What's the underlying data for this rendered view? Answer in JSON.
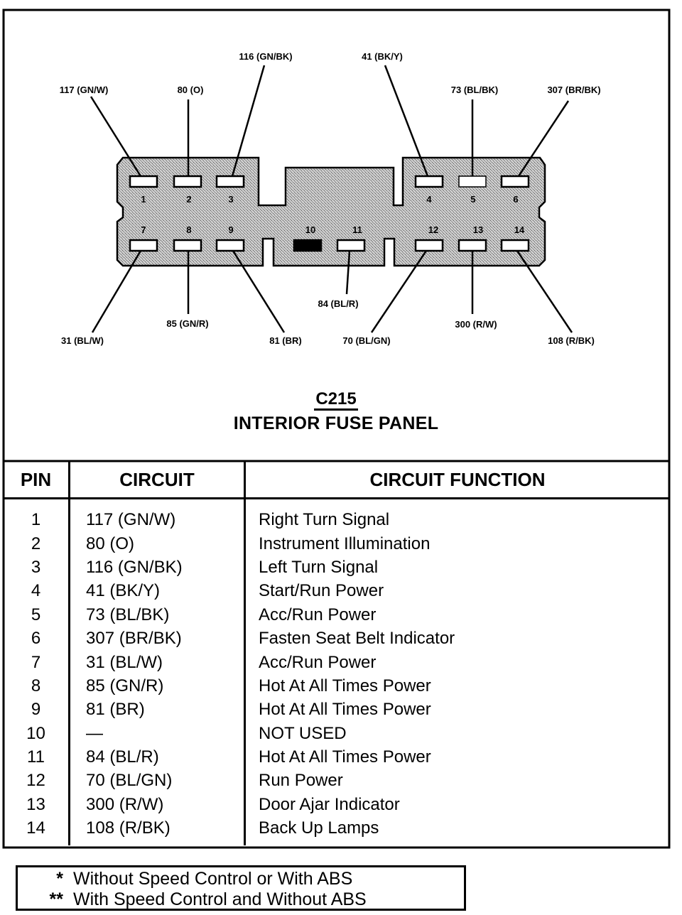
{
  "connector": {
    "id": "C215",
    "name": "INTERIOR FUSE PANEL",
    "top_labels": [
      "117 (GN/W)",
      "80 (O)",
      "116 (GN/BK)",
      "41 (BK/Y)",
      "73 (BL/BK)",
      "307 (BR/BK)"
    ],
    "bottom_labels": [
      "31 (BL/W)",
      "85 (GN/R)",
      "81 (BR)",
      "84 (BL/R)",
      "70 (BL/GN)",
      "300 (R/W)",
      "108 (R/BK)"
    ],
    "cavity_numbers": [
      "1",
      "2",
      "3",
      "4",
      "5",
      "6",
      "7",
      "8",
      "9",
      "10",
      "11",
      "12",
      "13",
      "14"
    ]
  },
  "table": {
    "headers": {
      "pin": "PIN",
      "circuit": "CIRCUIT",
      "function": "CIRCUIT FUNCTION"
    },
    "rows": [
      {
        "pin": "1",
        "circuit": "117 (GN/W)",
        "function": "Right Turn Signal"
      },
      {
        "pin": "2",
        "circuit": "80 (O)",
        "function": "Instrument Illumination"
      },
      {
        "pin": "3",
        "circuit": "116 (GN/BK)",
        "function": "Left Turn Signal"
      },
      {
        "pin": "4",
        "circuit": "41 (BK/Y)",
        "function": "Start/Run Power"
      },
      {
        "pin": "5",
        "circuit": "73 (BL/BK)",
        "function": "Acc/Run Power"
      },
      {
        "pin": "6",
        "circuit": "307 (BR/BK)",
        "function": "Fasten Seat Belt Indicator"
      },
      {
        "pin": "7",
        "circuit": "31 (BL/W)",
        "function": "Acc/Run Power"
      },
      {
        "pin": "8",
        "circuit": "85 (GN/R)",
        "function": "Hot At All Times Power"
      },
      {
        "pin": "9",
        "circuit": "81 (BR)",
        "function": "Hot At All Times Power"
      },
      {
        "pin": "10",
        "circuit": "—",
        "function": "NOT USED"
      },
      {
        "pin": "11",
        "circuit": "84 (BL/R)",
        "function": "Hot At All Times Power"
      },
      {
        "pin": "12",
        "circuit": "70 (BL/GN)",
        "function": "Run Power"
      },
      {
        "pin": "13",
        "circuit": "300 (R/W)",
        "function": "Door Ajar Indicator"
      },
      {
        "pin": "14",
        "circuit": "108 (R/BK)",
        "function": "Back Up Lamps"
      }
    ]
  },
  "notes": [
    {
      "mark": "*",
      "text": "Without Speed Control or With ABS"
    },
    {
      "mark": "**",
      "text": "With Speed Control and Without ABS"
    }
  ]
}
